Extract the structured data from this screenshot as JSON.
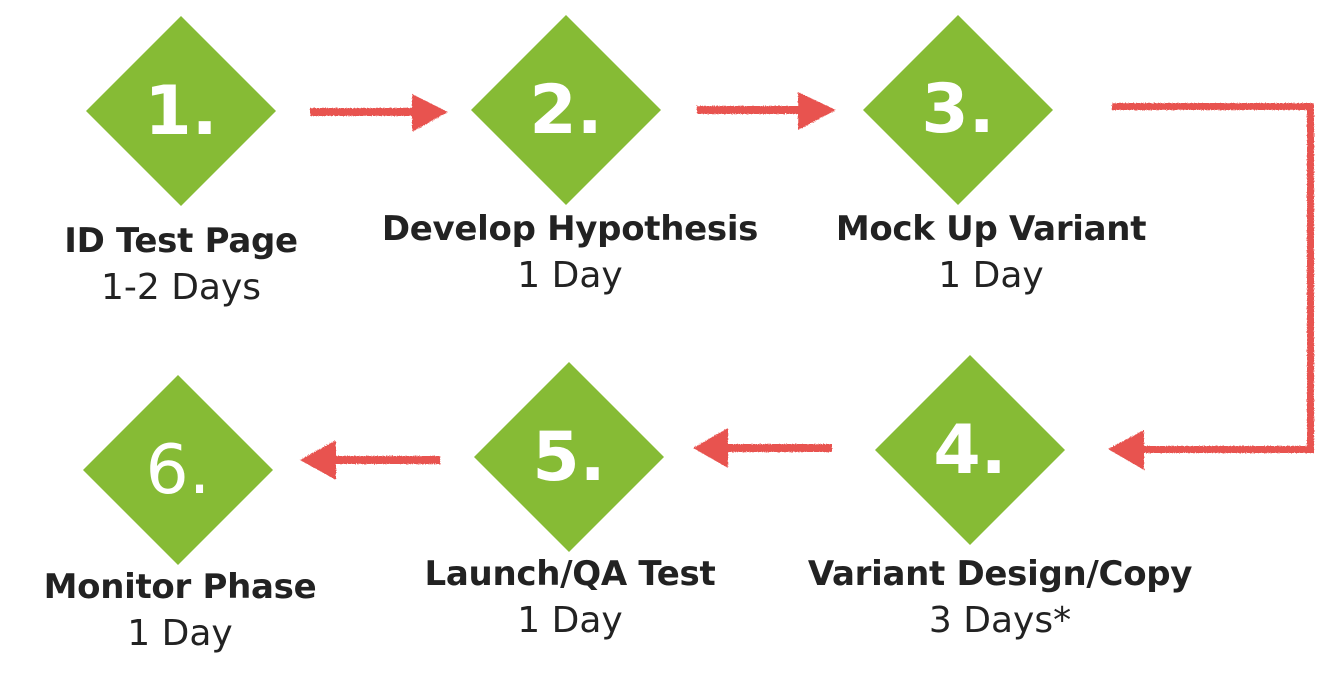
{
  "colors": {
    "diamond_fill": "#86bb35",
    "arrow": "#e8534f",
    "text": "#222222",
    "number": "#ffffff"
  },
  "steps": [
    {
      "number": "1.",
      "title": "ID Test Page",
      "duration": "1-2 Days"
    },
    {
      "number": "2.",
      "title": "Develop Hypothesis",
      "duration": "1 Day"
    },
    {
      "number": "3.",
      "title": "Mock Up Variant",
      "duration": "1 Day"
    },
    {
      "number": "4.",
      "title": "Variant Design/Copy",
      "duration": "3 Days*"
    },
    {
      "number": "5.",
      "title": "Launch/QA Test",
      "duration": "1 Day"
    },
    {
      "number": "6.",
      "title": "Monitor Phase",
      "duration": "1 Day"
    }
  ],
  "arrows": [
    {
      "from": "1",
      "to": "2",
      "direction": "right"
    },
    {
      "from": "2",
      "to": "3",
      "direction": "right"
    },
    {
      "from": "3",
      "to": "4",
      "direction": "bracket-down-left"
    },
    {
      "from": "4",
      "to": "5",
      "direction": "left"
    },
    {
      "from": "5",
      "to": "6",
      "direction": "left"
    }
  ]
}
